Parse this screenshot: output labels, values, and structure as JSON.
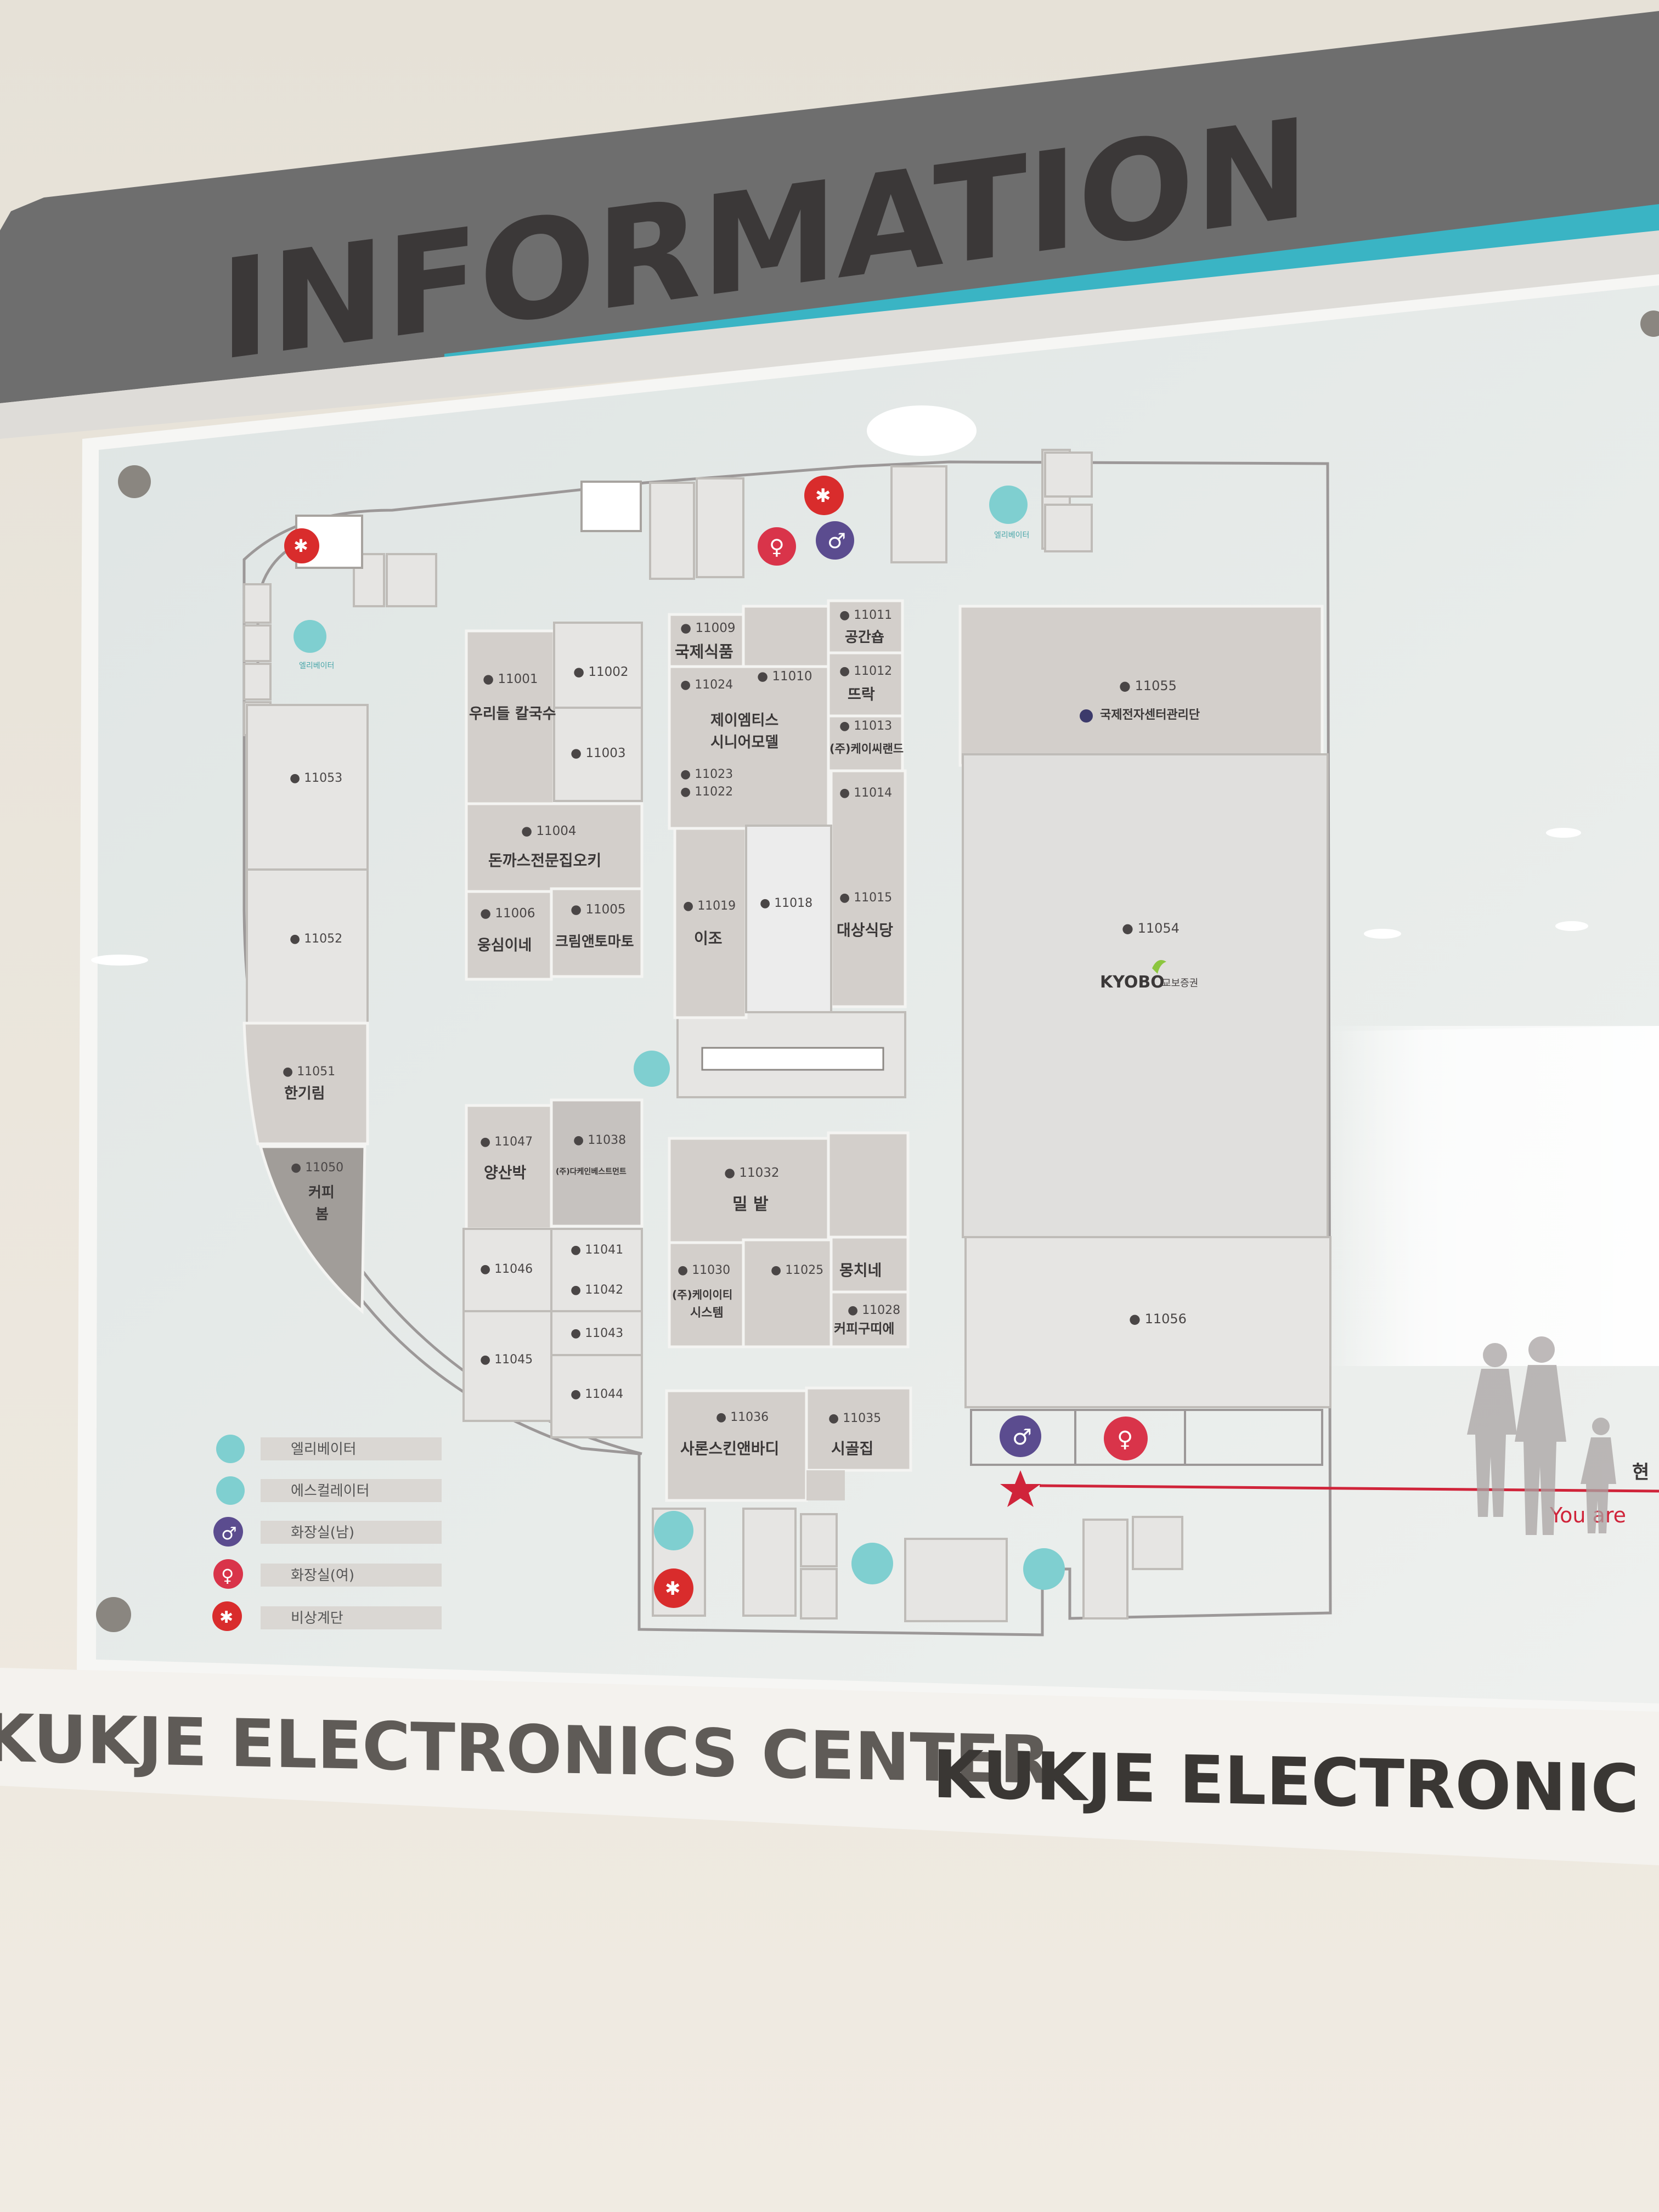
{
  "header": {
    "title": "INFORMATION",
    "accent_color": "#35b6c6",
    "bar_color": "#6b6b6b"
  },
  "footer": {
    "text_1": "KUKJE ELECTRONICS CENTER",
    "text_2": "KUKJE ELECTRONIC"
  },
  "you_are_here": {
    "korean": "현",
    "english": "You are"
  },
  "units": {
    "u11001": {
      "no": "● 11001",
      "name": "우리들 칼국수"
    },
    "u11002": {
      "no": "● 11002"
    },
    "u11003": {
      "no": "● 11003"
    },
    "u11004": {
      "no": "● 11004",
      "name": "돈까스전문집오키"
    },
    "u11005": {
      "no": "● 11005",
      "name": "크림앤토마토"
    },
    "u11006": {
      "no": "● 11006",
      "name": "웅심이네"
    },
    "u11009": {
      "no": "● 11009",
      "name": "국제식품"
    },
    "u11010": {
      "no": "● 11010"
    },
    "u11011": {
      "no": "● 11011",
      "name": "공간숍"
    },
    "u11012": {
      "no": "● 11012",
      "name": "뜨락"
    },
    "u11013": {
      "no": "● 11013",
      "name": "(주)케이씨랜드"
    },
    "u11014": {
      "no": "● 11014"
    },
    "u11015": {
      "no": "● 11015",
      "name": "대상식당"
    },
    "u11018": {
      "no": "● 11018"
    },
    "u11019": {
      "no": "● 11019",
      "name": "이조"
    },
    "u11022": {
      "no": "● 11022"
    },
    "u11023": {
      "no": "● 11023"
    },
    "u11024": {
      "no": "● 11024",
      "name_1": "제이엠티스",
      "name_2": "시니어모델"
    },
    "u11025": {
      "no": "● 11025",
      "name": "몽치네"
    },
    "u11028": {
      "no": "● 11028",
      "name": "커피구띠에"
    },
    "u11030": {
      "no": "● 11030",
      "name_1": "(주)케이이티",
      "name_2": "시스템"
    },
    "u11032": {
      "no": "● 11032",
      "name": "밀 밭"
    },
    "u11035": {
      "no": "● 11035",
      "name": "시골집"
    },
    "u11036": {
      "no": "● 11036",
      "name": "사론스킨앤바디"
    },
    "u11038": {
      "no": "● 11038",
      "name": "(주)다케인베스트먼트"
    },
    "u11041": {
      "no": "● 11041"
    },
    "u11042": {
      "no": "● 11042"
    },
    "u11043": {
      "no": "● 11043"
    },
    "u11044": {
      "no": "● 11044"
    },
    "u11045": {
      "no": "● 11045"
    },
    "u11046": {
      "no": "● 11046"
    },
    "u11047": {
      "no": "● 11047",
      "name": "양산박"
    },
    "u11050": {
      "no": "● 11050",
      "name_1": "커피",
      "name_2": "봄"
    },
    "u11051": {
      "no": "● 11051",
      "name": "한기림"
    },
    "u11052": {
      "no": "● 11052"
    },
    "u11053": {
      "no": "● 11053"
    },
    "u11054": {
      "no": "● 11054",
      "brand": "KYOBO",
      "brand_sub": "교보증권"
    },
    "u11055": {
      "no": "● 11055",
      "name": "국제전자센터관리단"
    },
    "u11056": {
      "no": "● 11056"
    }
  },
  "legend": [
    {
      "label": "엘리베이터",
      "color": "#7fcfd0",
      "icon": "elevator-icon"
    },
    {
      "label": "에스컬레이터",
      "color": "#7fcfd0",
      "icon": "escalator-icon"
    },
    {
      "label": "화장실(남)",
      "color": "#5b4c8f",
      "icon": "mens-restroom-icon"
    },
    {
      "label": "화장실(여)",
      "color": "#d9344a",
      "icon": "womens-restroom-icon"
    },
    {
      "label": "비상계단",
      "color": "#d92c2c",
      "icon": "emergency-stairs-icon"
    }
  ],
  "map_labels": {
    "elevator_small": "엘리베이터"
  },
  "colors": {
    "mens": "#5b4c8f",
    "womens": "#d9344a",
    "emergency": "#d92c2c",
    "lift": "#7fcfd0",
    "you_are_here": "#d0243a"
  }
}
